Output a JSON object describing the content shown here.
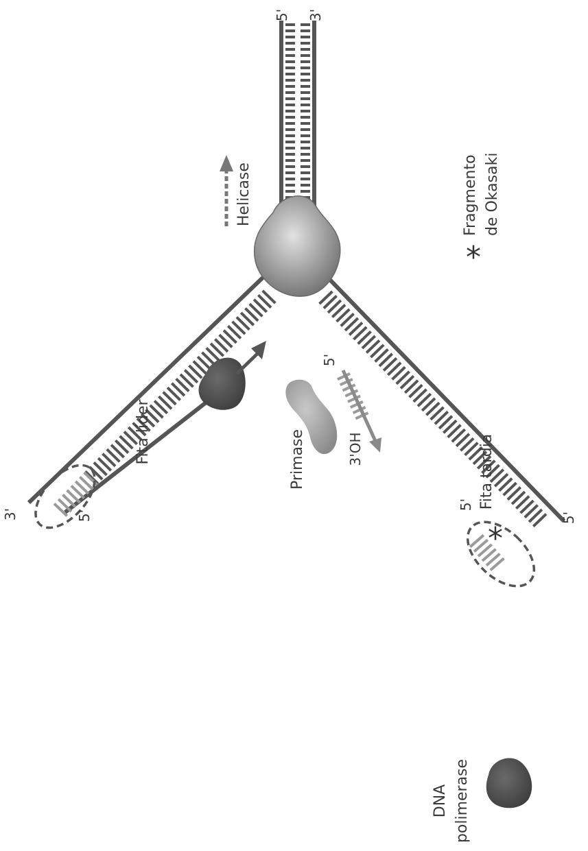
{
  "labels": {
    "top_5prime": "5'",
    "top_3prime": "3'",
    "helicase": "Helicase",
    "fita_lider": "Fita líder",
    "fita_tardia": "Fita tardia",
    "primase": "Primase",
    "primer_5prime": "5'",
    "primer_3oh": "3'OH",
    "lead_end_3prime": "3'",
    "lead_end_5prime": "5'",
    "lag_circle_5prime": "5'",
    "lag_end_5prime": "5'",
    "dna_polimerase_line1": "DNA",
    "dna_polimerase_line2": "polimerase",
    "legend_star": "*",
    "legend_line1": "Fragmento",
    "legend_line2": "de Okasaki",
    "okazaki_star": "*"
  },
  "colors": {
    "strand": "#555555",
    "rung": "#555555",
    "primer": "#9a9a9a",
    "helicase_fill": "#8c8c8c",
    "polymerase_fill": "#4a4a4a",
    "primase_fill": "#a8a8a8",
    "circle": "#555555"
  }
}
